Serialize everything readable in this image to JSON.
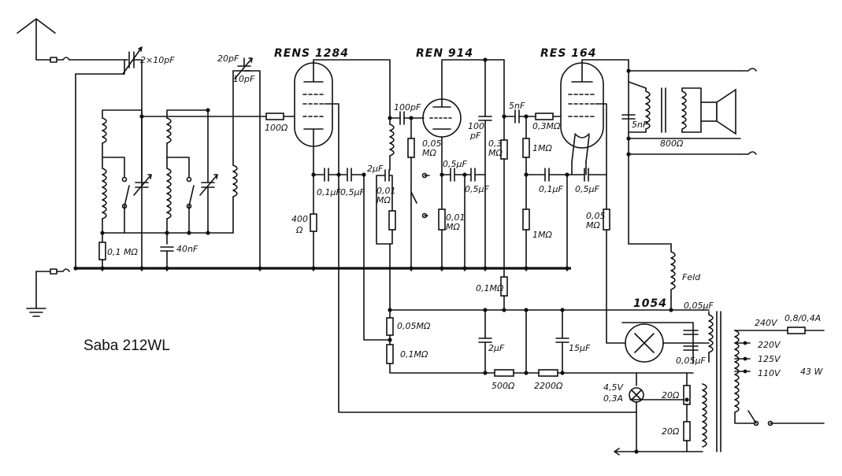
{
  "title": "Saba 212WL",
  "tubes": {
    "t1": "RENS 1284",
    "t2": "REN 914",
    "t3": "RES 164",
    "rect": "1054"
  },
  "labels": {
    "c_2x10pf": "2×10pF",
    "c_20pf": "20pF",
    "c_10pf": "10pF",
    "r_100": "100Ω",
    "c_100pf": "100pF",
    "c_5nf_a": "5nF",
    "c_100pf_b": "100",
    "c_100pf_b2": "pF",
    "r_03m_a": "0,3MΩ",
    "c_5nf_b": "5nF",
    "r_800": "800Ω",
    "r_005m_a": "0,05",
    "r_005m_a2": "MΩ",
    "r_03m_b": "0,3",
    "r_03m_b2": "MΩ",
    "r_1m_a": "1MΩ",
    "c_05uf_a": "0,5μF",
    "c_05uf_b": "0,5μF",
    "c_01uf_a": "0,1μF",
    "c_05uf_c": "0,5μF",
    "c_2uf_a": "2μF",
    "r_001m_a": "0,01",
    "r_001m_a2": "MΩ",
    "r_001m_b": "0,01",
    "r_001m_b2": "MΩ",
    "c_01uf_b": "0,1μF",
    "c_05uf_d": "0,5μF",
    "r_400": "400",
    "r_400u": "Ω",
    "r_1m_b": "1MΩ",
    "r_005m_b": "0,05",
    "r_005m_b2": "MΩ",
    "r_01m_a": "0,1 MΩ",
    "c_40nf": "40nF",
    "r_01m_b": "0,1MΩ",
    "feld": "Feld",
    "c_005uf_a": "0,05μF",
    "c_005uf_b": "0,05μF",
    "r_005m_c": "0,05MΩ",
    "r_01m_c": "0,1MΩ",
    "c_2uf_b": "2μF",
    "c_15uf": "15μF",
    "r_500": "500Ω",
    "r_2200": "2200Ω",
    "v240": "240V",
    "v220": "220V",
    "v125": "125V",
    "v110": "110V",
    "fuse": "0,8/0,4A",
    "w43": "43 W",
    "lamp_v": "4,5V",
    "lamp_a": "0,3A",
    "r_20a": "20Ω",
    "r_20b": "20Ω"
  }
}
